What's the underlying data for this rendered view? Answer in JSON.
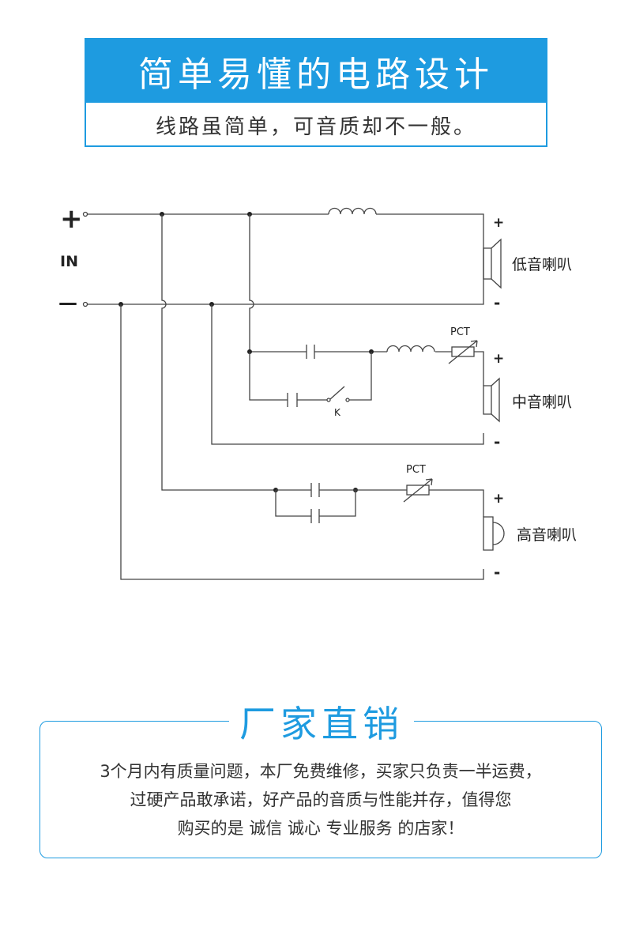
{
  "header": {
    "title": "简单易懂的电路设计",
    "subtitle": "线路虽简单，可音质却不一般。"
  },
  "diagram": {
    "input_plus": "+",
    "input_label": "IN",
    "input_minus": "—",
    "woofer": {
      "label": "低音喇叭",
      "plus": "+",
      "minus": "-"
    },
    "mid": {
      "label": "中音喇叭",
      "plus": "+",
      "minus": "-",
      "pct": "PCT",
      "switch": "K"
    },
    "tweeter": {
      "label": "高音喇叭",
      "plus": "+",
      "minus": "-",
      "pct": "PCT"
    }
  },
  "factory": {
    "title": "厂家直销",
    "lines": [
      "3个月内有质量问题，本厂免费维修，买家只负责一半运费，",
      "过硬产品敢承诺，好产品的音质与性能并存，值得您",
      "购买的是 诚信  诚心  专业服务  的店家！"
    ]
  },
  "colors": {
    "accent": "#1e9be0",
    "wire": "#444444"
  }
}
